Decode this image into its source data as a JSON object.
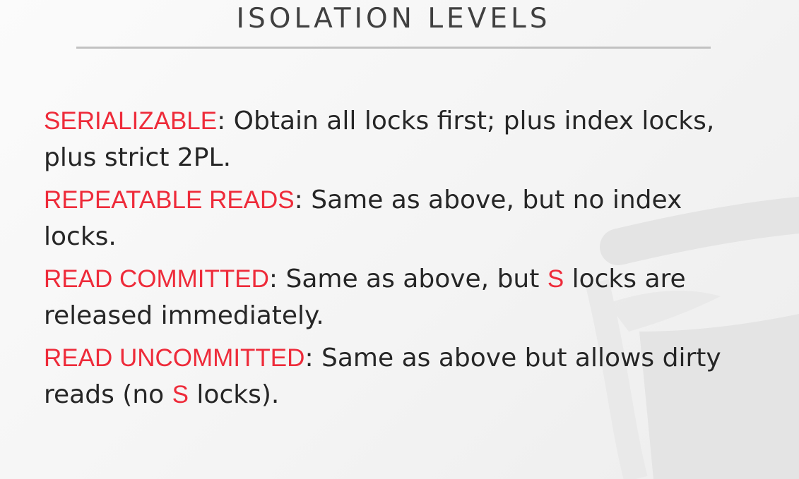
{
  "slide": {
    "title": "ISOLATION LEVELS"
  },
  "levels": [
    {
      "name": "SERIALIZABLE",
      "parts": [
        {
          "text": ": Obtain all locks first; plus index locks, plus strict 2PL.",
          "highlight": false
        }
      ]
    },
    {
      "name": "REPEATABLE READS",
      "parts": [
        {
          "text": ": Same as above, but no index locks.",
          "highlight": false
        }
      ]
    },
    {
      "name": "READ COMMITTED",
      "parts": [
        {
          "text": ": Same as above, but ",
          "highlight": false
        },
        {
          "text": "S",
          "highlight": true
        },
        {
          "text": " locks are released immediately.",
          "highlight": false
        }
      ]
    },
    {
      "name": "READ UNCOMMITTED",
      "parts": [
        {
          "text": ": Same as above but allows dirty reads (no ",
          "highlight": false
        },
        {
          "text": "S",
          "highlight": true
        },
        {
          "text": " locks).",
          "highlight": false
        }
      ]
    }
  ],
  "colors": {
    "accent": "#ee2b3a",
    "text": "#262626",
    "title": "#404040",
    "rule": "#c2c2c2",
    "watermark": "#e4e4e4"
  },
  "icons": {
    "watermark": "database-logo-icon"
  }
}
